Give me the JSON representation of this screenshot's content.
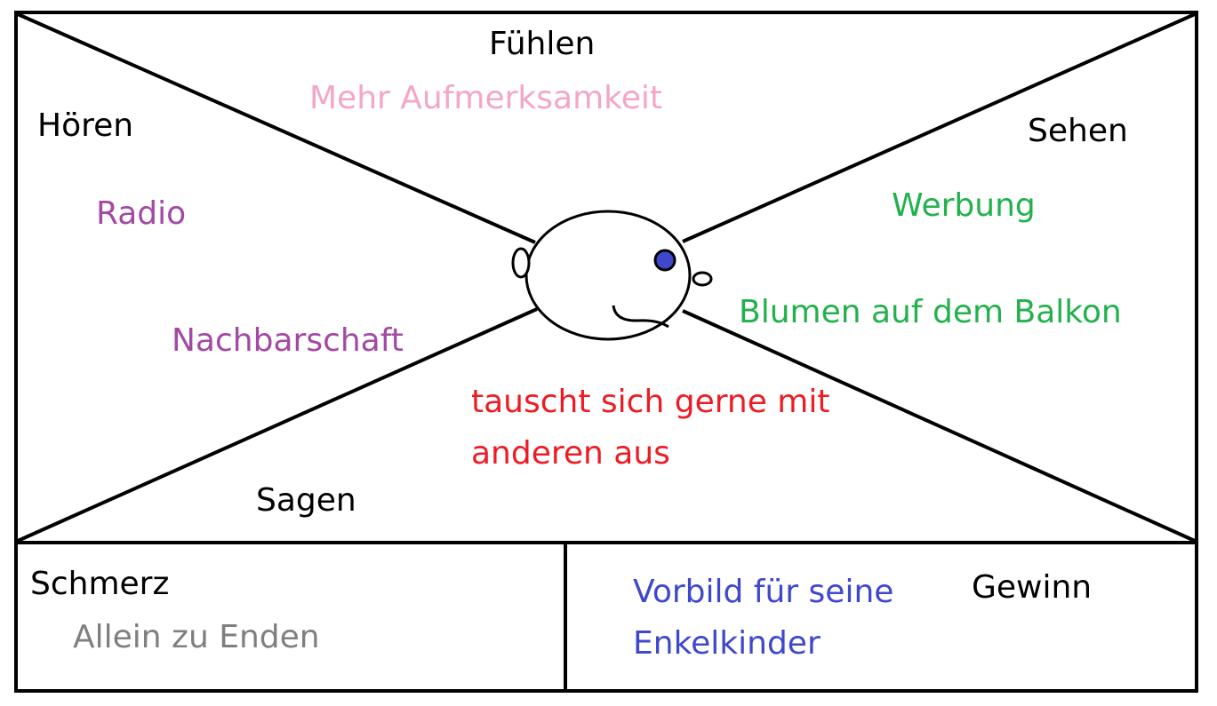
{
  "sections": {
    "feel": "Fühlen",
    "hear": "Hören",
    "see": "Sehen",
    "say": "Sagen",
    "pain": "Schmerz",
    "gain": "Gewinn"
  },
  "notes": {
    "feel": "Mehr Aufmerksamkeit",
    "hear_1": "Radio",
    "hear_2": "Nachbarschaft",
    "see_1": "Werbung",
    "see_2": "Blumen auf dem Balkon",
    "say_line_1": "tauscht sich gerne mit",
    "say_line_2": "anderen aus",
    "pain": "Allein zu Enden",
    "gain_line_1": "Vorbild für seine",
    "gain_line_2": "Enkelkinder"
  },
  "colors": {
    "line": "#000000",
    "label": "#000000",
    "feel_note": "#f4a6c6",
    "hear_note": "#a349a4",
    "see_note": "#22b14c",
    "say_note": "#ed1c24",
    "pain_note": "#7f7f7f",
    "gain_note": "#3f48cc",
    "eye": "#3f48cc"
  },
  "icons": {
    "center_head": "face-icon"
  }
}
